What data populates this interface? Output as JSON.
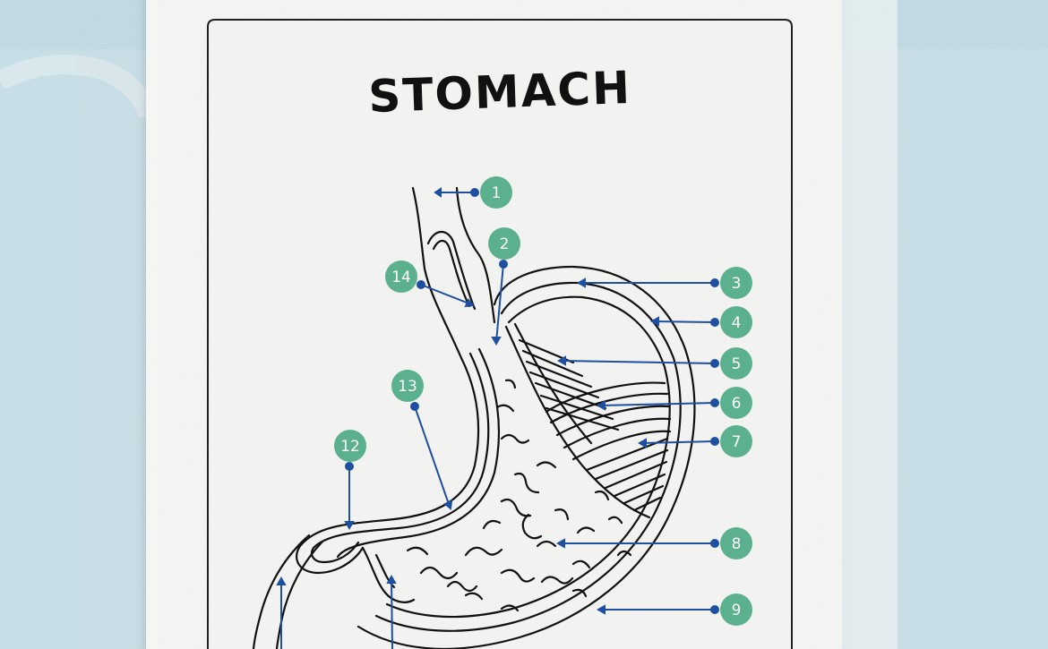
{
  "worksheet": {
    "title": "STOMACH"
  },
  "colors": {
    "background": "#c4dde6",
    "paper": "#f7f7f6",
    "card_border": "#1a1a1a",
    "badge": "#5bb18d",
    "leader_line": "#1f4fa0",
    "outline": "#111111"
  },
  "labels": [
    {
      "number": "1"
    },
    {
      "number": "2"
    },
    {
      "number": "3"
    },
    {
      "number": "4"
    },
    {
      "number": "5"
    },
    {
      "number": "6"
    },
    {
      "number": "7"
    },
    {
      "number": "8"
    },
    {
      "number": "9"
    },
    {
      "number": "12"
    },
    {
      "number": "13"
    },
    {
      "number": "14"
    }
  ]
}
